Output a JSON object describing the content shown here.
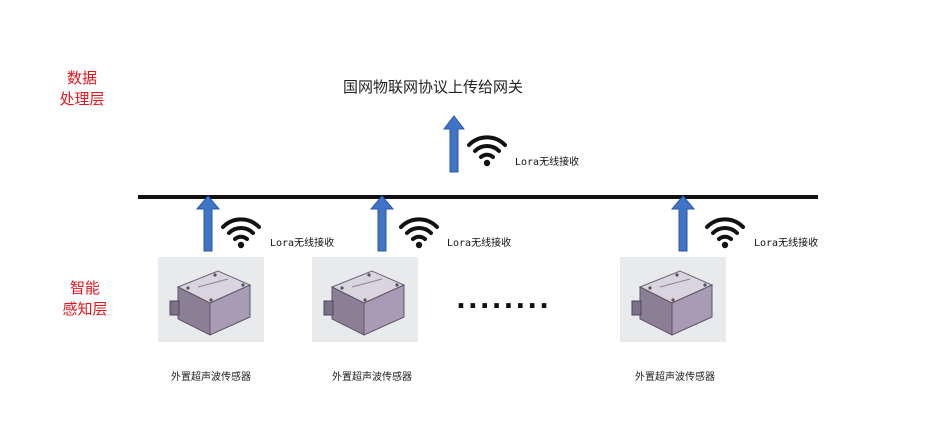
{
  "layers": {
    "data_layer": {
      "line1": "数据",
      "line2": "处理层"
    },
    "sense_layer": {
      "line1": "智能",
      "line2": "感知层"
    }
  },
  "gateway_title": "国网物联网协议上传给网关",
  "lora_label": "Lora无线接收",
  "sensor_caption": "外置超声波传感器",
  "ellipsis": "........",
  "colors": {
    "layer_label": "#e8141b",
    "arrow": "#3f74c6",
    "arrow_edge": "#2a5aa8",
    "bus": "#111111",
    "sensor_body": "#8a7f95"
  }
}
